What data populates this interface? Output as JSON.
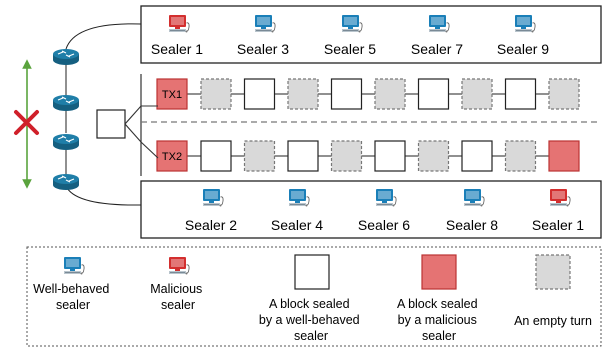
{
  "top_row": {
    "sealers": [
      {
        "label": "Sealer 1",
        "role": "malicious"
      },
      {
        "label": "Sealer 3",
        "role": "well-behaved"
      },
      {
        "label": "Sealer 5",
        "role": "well-behaved"
      },
      {
        "label": "Sealer 7",
        "role": "well-behaved"
      },
      {
        "label": "Sealer 9",
        "role": "well-behaved"
      }
    ]
  },
  "bottom_row": {
    "sealers": [
      {
        "label": "Sealer 2",
        "role": "well-behaved"
      },
      {
        "label": "Sealer 4",
        "role": "well-behaved"
      },
      {
        "label": "Sealer 6",
        "role": "well-behaved"
      },
      {
        "label": "Sealer 8",
        "role": "well-behaved"
      },
      {
        "label": "Sealer 1",
        "role": "malicious"
      }
    ]
  },
  "chain_1": {
    "tx_label": "TX1",
    "blocks": [
      "empty",
      "sealed-good",
      "empty",
      "sealed-good",
      "empty",
      "sealed-good",
      "empty",
      "sealed-good",
      "empty"
    ]
  },
  "chain_2": {
    "tx_label": "TX2",
    "blocks": [
      "sealed-good",
      "empty",
      "sealed-good",
      "empty",
      "sealed-good",
      "empty",
      "sealed-good",
      "empty",
      "sealed-bad"
    ]
  },
  "legend": {
    "well_behaved_sealer": "Well-behaved sealer",
    "malicious_sealer": "Malicious sealer",
    "good_block": "A block sealed by a well-behaved sealer",
    "bad_block": "A block sealed by a malicious sealer",
    "empty_turn": "An empty turn"
  },
  "colors": {
    "well_behaved": "#1a7fb8",
    "malicious": "#d32f2f",
    "bad_block_fill": "#e57373",
    "empty_fill": "#d9d9d9",
    "router": "#1f7ea8",
    "partition_arrow": "#5aa33d",
    "cross": "#d0202a"
  }
}
